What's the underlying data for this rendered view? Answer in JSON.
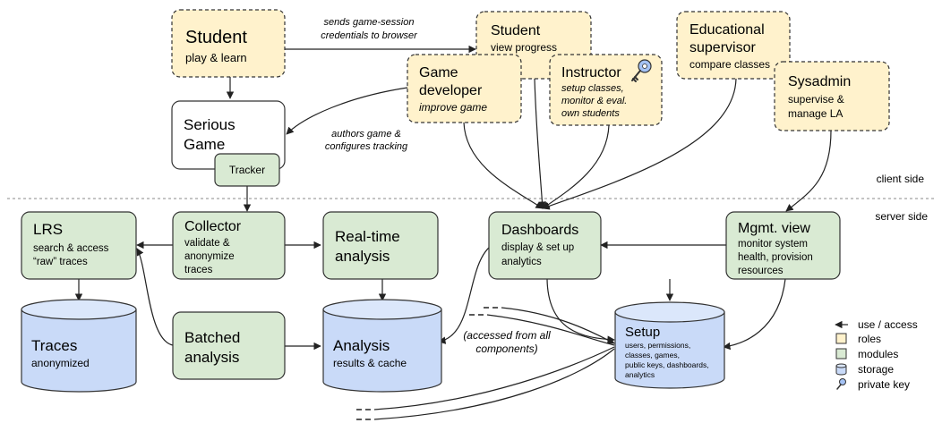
{
  "roles": {
    "student_top": {
      "title": "Student",
      "sub": "play & learn"
    },
    "student_view": {
      "title": "Student",
      "sub": "view progress"
    },
    "game_developer": {
      "title1": "Game",
      "title2": "developer",
      "sub": "improve game"
    },
    "instructor": {
      "title": "Instructor",
      "sub1": "setup classes,",
      "sub2": "monitor & eval.",
      "sub3": "own students"
    },
    "edu_supervisor": {
      "title1": "Educational",
      "title2": "supervisor",
      "sub": "compare classes"
    },
    "sysadmin": {
      "title": "Sysadmin",
      "sub1": "supervise &",
      "sub2": "manage LA"
    }
  },
  "serious_game": {
    "title1": "Serious",
    "title2": "Game",
    "tracker": "Tracker"
  },
  "modules": {
    "lrs": {
      "title": "LRS",
      "sub1": "search & access",
      "sub2": "“raw” traces"
    },
    "collector": {
      "title": "Collector",
      "sub1": "validate &",
      "sub2": "anonymize",
      "sub3": "traces"
    },
    "realtime": {
      "title1": "Real-time",
      "title2": "analysis"
    },
    "dashboards": {
      "title": "Dashboards",
      "sub1": "display & set up",
      "sub2": "analytics"
    },
    "mgmt": {
      "title": "Mgmt. view",
      "sub1": "monitor system",
      "sub2": "health, provision",
      "sub3": "resources"
    },
    "batched": {
      "title1": "Batched",
      "title2": "analysis"
    }
  },
  "storage": {
    "traces": {
      "title": "Traces",
      "sub": "anonymized"
    },
    "analysis": {
      "title": "Analysis",
      "sub": "results & cache"
    },
    "setup": {
      "title": "Setup",
      "sub1": "users, permissions,",
      "sub2": "classes, games,",
      "sub3": "public keys, dashboards,",
      "sub4": "analytics"
    }
  },
  "annotations": {
    "sends1": "sends game-session",
    "sends2": "credentials to browser",
    "authors1": "authors game &",
    "authors2": "configures tracking",
    "accessed1": "(accessed from all",
    "accessed2": "components)",
    "client_side": "client side",
    "server_side": "server side"
  },
  "legend": {
    "use_access": "use / access",
    "roles": "roles",
    "modules": "modules",
    "storage": "storage",
    "private_key": "private key"
  },
  "colors": {
    "role_fill": "#fff2cc",
    "module_fill": "#d9ead3",
    "storage_fill": "#c9daf8",
    "key_fill": "#a4c2f4"
  }
}
